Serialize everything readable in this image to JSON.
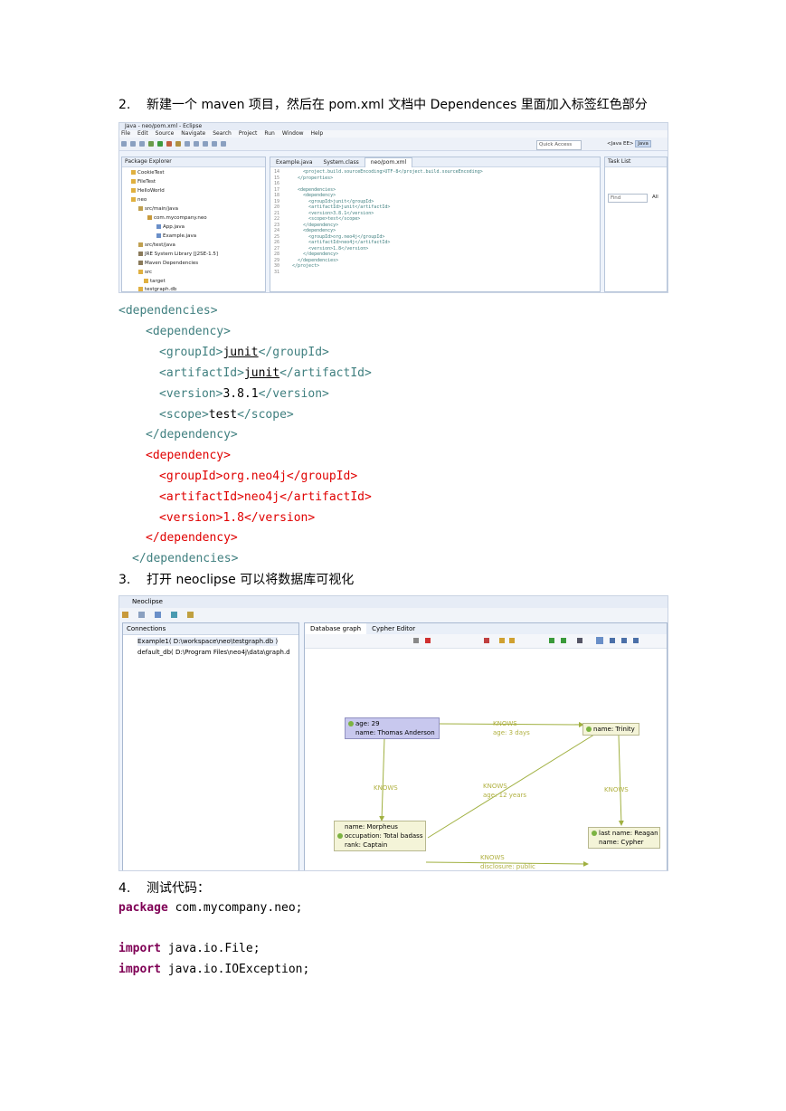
{
  "section2": {
    "num": "2.",
    "text": "新建一个 maven 项目，然后在 pom.xml 文档中 Dependences 里面加入标签红色部分"
  },
  "eclipse": {
    "title": "Java - neo/pom.xml - Eclipse",
    "menu": [
      "File",
      "Edit",
      "Source",
      "Navigate",
      "Search",
      "Project",
      "Run",
      "Window",
      "Help"
    ],
    "quick_access": "Quick Access",
    "perspectives": [
      "<Java EE>",
      "Java"
    ],
    "explorer_title": "Package Explorer",
    "tree": [
      "CookieTest",
      "FileTest",
      "HelloWorld",
      "neo",
      "src/main/java",
      "com.mycompany.neo",
      "App.java",
      "Example.java",
      "src/test/java",
      "JRE System Library [J2SE-1.5]",
      "Maven Dependencies",
      "src",
      "target",
      "testgraph.db"
    ],
    "tabs": [
      "Example.java",
      "System.class",
      "neo/pom.xml"
    ],
    "task_list": "Task List",
    "find_placeholder": "Find",
    "find_all": "All",
    "editor_lines": [
      {
        "n": "14",
        "t": "    <project.build.sourceEncoding>UTF-8</project.build.sourceEncoding>"
      },
      {
        "n": "15",
        "t": "  </properties>"
      },
      {
        "n": "16",
        "t": ""
      },
      {
        "n": "17",
        "t": "  <dependencies>"
      },
      {
        "n": "18",
        "t": "    <dependency>"
      },
      {
        "n": "19",
        "t": "      <groupId>junit</groupId>"
      },
      {
        "n": "20",
        "t": "      <artifactId>junit</artifactId>"
      },
      {
        "n": "21",
        "t": "      <version>3.8.1</version>"
      },
      {
        "n": "22",
        "t": "      <scope>test</scope>"
      },
      {
        "n": "23",
        "t": "    </dependency>"
      },
      {
        "n": "24",
        "t": "    <dependency>"
      },
      {
        "n": "25",
        "t": "      <groupId>org.neo4j</groupId>"
      },
      {
        "n": "26",
        "t": "      <artifactId>neo4j</artifactId>"
      },
      {
        "n": "27",
        "t": "      <version>1.8</version>"
      },
      {
        "n": "28",
        "t": "    </dependency>"
      },
      {
        "n": "29",
        "t": "  </dependencies>"
      },
      {
        "n": "30",
        "t": "</project>"
      },
      {
        "n": "31",
        "t": ""
      }
    ]
  },
  "xml": {
    "dependencies_open": "<dependencies>",
    "dependency_open": "<dependency>",
    "groupId_open": "<groupId>",
    "groupId_close": "</groupId>",
    "artifactId_open": "<artifactId>",
    "artifactId_close": "</artifactId>",
    "version_open": "<version>",
    "version_close": "</version>",
    "scope_open": "<scope>",
    "scope_close": "</scope>",
    "dependency_close": "</dependency>",
    "dependencies_close": "</dependencies>",
    "dep1": {
      "groupId": "junit",
      "artifactId": "junit",
      "version": "3.8.1",
      "scope": "test"
    },
    "dep2": {
      "groupId": "org.neo4j",
      "artifactId": "neo4j",
      "version": "1.8"
    }
  },
  "section3": {
    "num": "3.",
    "text": "打开 neoclipse 可以将数据库可视化"
  },
  "neoclipse": {
    "title": "Neoclipse",
    "connections_title": "Connections",
    "connections": [
      "Example1( D:\\workspace\\neo\\testgraph.db )",
      "default_db( D:\\Program Files\\neo4j\\data\\graph.d"
    ],
    "tabs": [
      "Database graph",
      "Cypher Editor"
    ],
    "nodes": {
      "thomas": [
        "age: 29",
        "name: Thomas Anderson"
      ],
      "trinity": [
        "name: Trinity"
      ],
      "morpheus": [
        "name: Morpheus",
        "occupation: Total badass",
        "rank: Captain"
      ],
      "cypher": [
        "last name: Reagan",
        "name: Cypher"
      ]
    },
    "rels": {
      "r1": [
        "KNOWS",
        "age: 3 days"
      ],
      "r2": [
        "KNOWS"
      ],
      "r3": [
        "KNOWS",
        "age: 12 years"
      ],
      "r4": [
        "KNOWS"
      ],
      "r5": [
        "KNOWS",
        "disclosure: public"
      ]
    }
  },
  "section4": {
    "num": "4.",
    "text": "测试代码："
  },
  "java": {
    "package_kw": "package",
    "package_name": " com.mycompany.neo;",
    "import_kw": "import",
    "import1": " java.io.File;",
    "import2": " java.io.IOException;"
  }
}
